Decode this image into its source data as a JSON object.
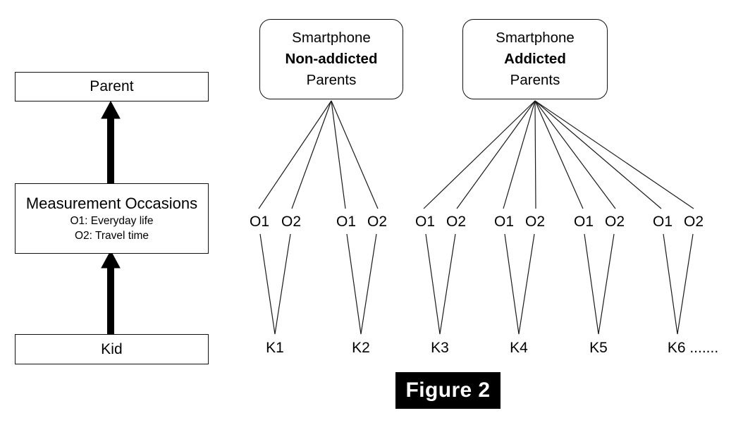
{
  "figure": {
    "caption": "Figure 2"
  },
  "legend": {
    "parent_box": {
      "title": "Parent"
    },
    "occasions_box": {
      "title": "Measurement Occasions",
      "line1": "O1: Everyday life",
      "line2": "O2: Travel time"
    },
    "kid_box": {
      "title": "Kid"
    },
    "arrow_up_1": "arrow-up",
    "arrow_up_2": "arrow-up"
  },
  "groups": [
    {
      "id": "nonaddicted",
      "line1": "Smartphone",
      "line2": "Non-addicted",
      "line3": "Parents",
      "kids": [
        "K1",
        "K2"
      ]
    },
    {
      "id": "addicted",
      "line1": "Smartphone",
      "line2": "Addicted",
      "line3": "Parents",
      "kids": [
        "K3",
        "K4",
        "K5",
        "K6 ......."
      ]
    }
  ],
  "occasions": [
    {
      "kid": "K1",
      "o1": "O1",
      "o2": "O2"
    },
    {
      "kid": "K2",
      "o1": "O1",
      "o2": "O2"
    },
    {
      "kid": "K3",
      "o1": "O1",
      "o2": "O2"
    },
    {
      "kid": "K4",
      "o1": "O1",
      "o2": "O2"
    },
    {
      "kid": "K5",
      "o1": "O1",
      "o2": "O2"
    },
    {
      "kid": "K6 .......",
      "o1": "O1",
      "o2": "O2"
    }
  ],
  "kids": [
    {
      "label": "K1"
    },
    {
      "label": "K2"
    },
    {
      "label": "K3"
    },
    {
      "label": "K4"
    },
    {
      "label": "K5"
    },
    {
      "label": "K6 ......."
    }
  ],
  "colors": {
    "stroke": "#111111",
    "background": "#ffffff",
    "caption_background": "#000000",
    "caption_text": "#ffffff"
  }
}
